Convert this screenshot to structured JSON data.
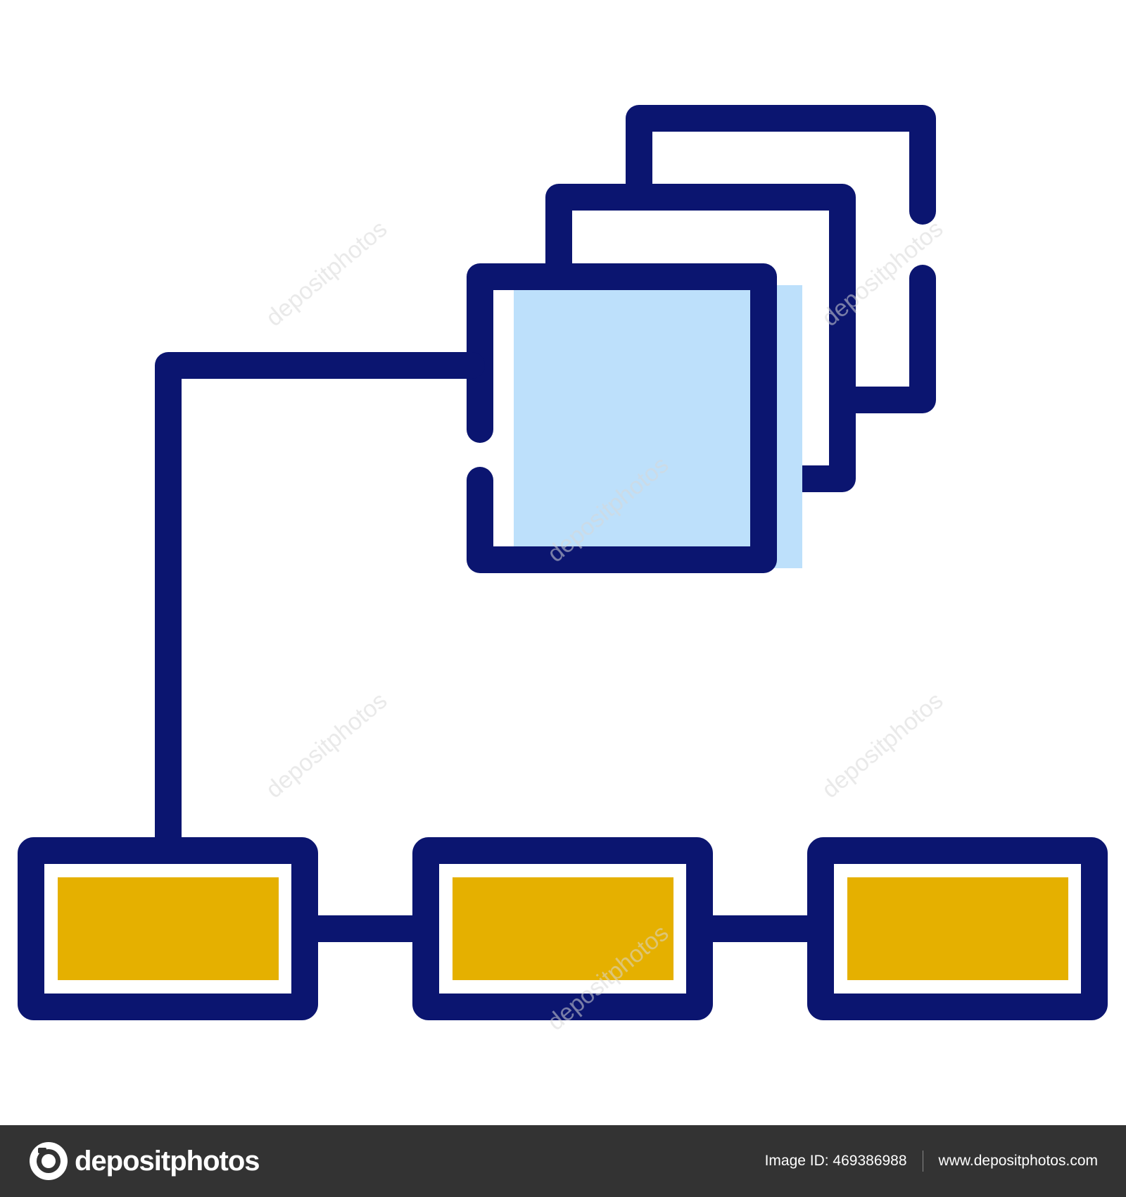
{
  "colors": {
    "stroke": "#0b1570",
    "light_blue": "#bde0fb",
    "yellow": "#e5b000",
    "background": "#ffffff",
    "footer_bg": "#333333"
  },
  "diagram": {
    "top_stack": {
      "card_count": 3,
      "front_fill": "light_blue"
    },
    "bottom_row": {
      "box_count": 3,
      "inner_fill": "yellow"
    },
    "connectors": [
      "front-card-to-left-box",
      "left-box-to-middle-box",
      "middle-box-to-right-box"
    ]
  },
  "watermark": {
    "text": "depositphotos"
  },
  "footer": {
    "brand": "depositphotos",
    "image_id_label": "Image ID: 469386988",
    "site": "www.depositphotos.com"
  }
}
